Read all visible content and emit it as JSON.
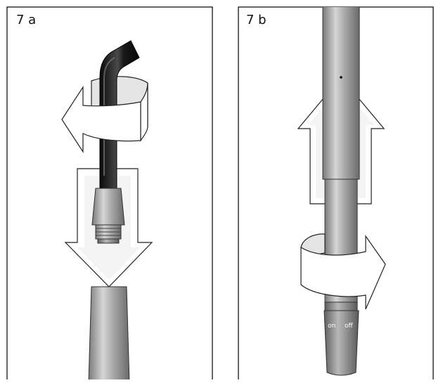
{
  "panels": [
    {
      "label": "7 a"
    },
    {
      "label": "7 b",
      "switch": {
        "on": "on",
        "off": "off"
      }
    }
  ],
  "colors": {
    "border": "#000000",
    "arrow_fill": "#ffffff",
    "arrow_shade": "#e6e6e6",
    "metal_light": "#d4d4d4",
    "metal_mid": "#9b9b9b",
    "metal_dark": "#6a6a6a",
    "light_guide": "#151515"
  },
  "icons": [
    "rotate-left-arrow-icon",
    "down-arrow-icon",
    "up-arrow-icon",
    "rotate-right-arrow-icon"
  ]
}
